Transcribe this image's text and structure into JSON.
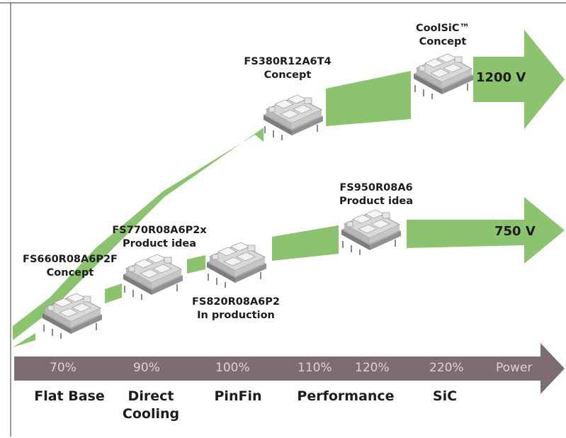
{
  "colors": {
    "arrow_green": "#8cc36e",
    "timeline": "#7d6d73",
    "timeline_text": "#dcd3d6",
    "text": "#1c1c1c",
    "frame": "#333333"
  },
  "voltages": {
    "high": "1200 V",
    "low": "750 V"
  },
  "modules": {
    "m660": {
      "name": "FS660R08A6P2F",
      "status": "Concept"
    },
    "m770": {
      "name": "FS770R08A6P2x",
      "status": "Product idea"
    },
    "m820": {
      "name": "FS820R08A6P2",
      "status": "In production"
    },
    "m950": {
      "name": "FS950R08A6",
      "status": "Product idea"
    },
    "m380": {
      "name": "FS380R12A6T4",
      "status": "Concept"
    },
    "mcool": {
      "name": "CoolSiC™",
      "status": "Concept"
    }
  },
  "timeline": {
    "arrow_label": "Power",
    "percentages": [
      "70%",
      "90%",
      "100%",
      "110%",
      "120%",
      "220%"
    ]
  },
  "categories": {
    "flat": {
      "line1": "Flat Base"
    },
    "direct": {
      "line1": "Direct",
      "line2": "Cooling"
    },
    "pinfin": {
      "line1": "PinFin"
    },
    "perf": {
      "line1": "Performance"
    },
    "sic": {
      "line1": "SiC"
    }
  }
}
